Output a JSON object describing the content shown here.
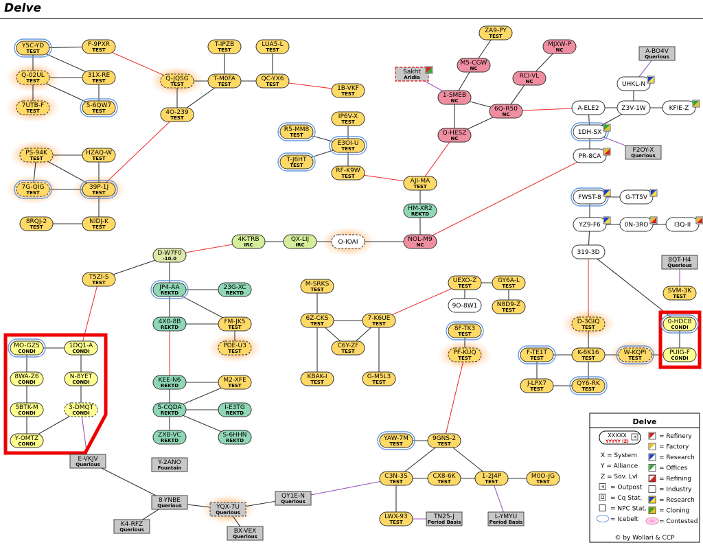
{
  "title": "Delve",
  "colors": {
    "test": "#ffd966",
    "nc": "#ef8ea0",
    "rektd": "#8fd7b5",
    "irc": "#d4ee9a",
    "condi": "#ffff90",
    "querious": "#c8c8c8",
    "npc": "#ffffff",
    "d_w7f0": "#dfe8a8",
    "icebelt": "#6699dd",
    "contested": "#ff9933",
    "line_black": "#333333",
    "line_red": "#ee3333",
    "line_purple": "#9955bb",
    "highlight": "#ee0000"
  },
  "systems": [
    {
      "id": "Y5C-YD",
      "a": "TEST",
      "ally": "test",
      "ice": true
    },
    {
      "id": "F-9PXR",
      "a": "TEST",
      "ally": "test"
    },
    {
      "id": "Q-02UL",
      "a": "TEST",
      "ally": "test",
      "dash": true,
      "cont": true
    },
    {
      "id": "31X-RE",
      "a": "TEST",
      "ally": "test"
    },
    {
      "id": "7UTB-F",
      "a": "TEST",
      "ally": "test",
      "dash": true,
      "cont": true
    },
    {
      "id": "5-6QW7",
      "a": "TEST",
      "ally": "test",
      "ice": true
    },
    {
      "id": "T-IPZB",
      "a": "TEST",
      "ally": "test"
    },
    {
      "id": "LUA5-L",
      "a": "TEST",
      "ally": "test"
    },
    {
      "id": "Q-JQSG",
      "a": "TEST",
      "ally": "test",
      "dash": true,
      "cont": true
    },
    {
      "id": "T-M0FA",
      "a": "TEST",
      "ally": "test"
    },
    {
      "id": "QC-YX6",
      "a": "TEST",
      "ally": "test"
    },
    {
      "id": "4O-239",
      "a": "TEST",
      "ally": "test"
    },
    {
      "id": "1B-VKF",
      "a": "TEST",
      "ally": "test"
    },
    {
      "id": "IP6V-X",
      "a": "TEST",
      "ally": "test"
    },
    {
      "id": "R5-MM8",
      "a": "TEST",
      "ally": "test",
      "ice": true
    },
    {
      "id": "E3OI-U",
      "a": "TEST",
      "ally": "test",
      "ice": true
    },
    {
      "id": "T-J6HT",
      "a": "TEST",
      "ally": "test",
      "ice": true
    },
    {
      "id": "RF-K9W",
      "a": "TEST",
      "ally": "test"
    },
    {
      "id": "PS-94K",
      "a": "TEST",
      "ally": "test",
      "dash": true,
      "cont": true
    },
    {
      "id": "HZAQ-W",
      "a": "TEST",
      "ally": "test"
    },
    {
      "id": "7G-QIG",
      "a": "TEST",
      "ally": "test",
      "dash": true,
      "ice": true,
      "cont": true
    },
    {
      "id": "39P-1J",
      "a": "TEST",
      "ally": "test",
      "ice": true,
      "cont": true
    },
    {
      "id": "8RQJ-2",
      "a": "TEST",
      "ally": "test"
    },
    {
      "id": "NIDJ-K",
      "a": "TEST",
      "ally": "test"
    },
    {
      "id": "ZA9-PY",
      "a": "TEST",
      "ally": "test"
    },
    {
      "id": "M5-CGW",
      "a": "NC",
      "ally": "nc"
    },
    {
      "id": "MJXW-P",
      "a": "NC",
      "ally": "nc"
    },
    {
      "id": "Sakht",
      "a": "Aridia",
      "ally": "npc_pink",
      "dash": true,
      "icon": "research_r"
    },
    {
      "id": "1-SMEB",
      "a": "NC",
      "ally": "nc"
    },
    {
      "id": "RCI-VL",
      "a": "NC",
      "ally": "nc"
    },
    {
      "id": "6Q-R50",
      "a": "NC",
      "ally": "nc"
    },
    {
      "id": "Q-HESZ",
      "a": "NC",
      "ally": "nc"
    },
    {
      "id": "AJI-MA",
      "a": "TEST",
      "ally": "test"
    },
    {
      "id": "HM-XR2",
      "a": "REKTD",
      "ally": "rektd"
    },
    {
      "id": "NOL-M9",
      "a": "NC",
      "ally": "nc"
    },
    {
      "id": "4K-TRB",
      "a": "IRC",
      "ally": "irc"
    },
    {
      "id": "QX-LIJ",
      "a": "IRC",
      "ally": "irc"
    },
    {
      "id": "O-IOAI",
      "a": "",
      "ally": "npc",
      "dash": true,
      "cont": true
    },
    {
      "id": "D-W7F0",
      "a": "-10.0",
      "ally": "d_w7f0"
    },
    {
      "id": "T5ZI-S",
      "a": "TEST",
      "ally": "test"
    },
    {
      "id": "JP4-AA",
      "a": "REKTD",
      "ally": "rektd",
      "ice": true
    },
    {
      "id": "23G-XC",
      "a": "REKTD",
      "ally": "rektd"
    },
    {
      "id": "4X0-8B",
      "a": "REKTD",
      "ally": "rektd"
    },
    {
      "id": "FM-JK5",
      "a": "TEST",
      "ally": "test"
    },
    {
      "id": "PDE-U3",
      "a": "TEST",
      "ally": "test",
      "dash": true,
      "cont": true
    },
    {
      "id": "KEE-N6",
      "a": "REKTD",
      "ally": "rektd"
    },
    {
      "id": "M2-XFE",
      "a": "TEST",
      "ally": "test"
    },
    {
      "id": "5-CQDA",
      "a": "REKTD",
      "ally": "rektd"
    },
    {
      "id": "I-E3TG",
      "a": "REKTD",
      "ally": "rektd"
    },
    {
      "id": "ZXB-VC",
      "a": "REKTD",
      "ally": "rektd"
    },
    {
      "id": "S-6HHN",
      "a": "REKTD",
      "ally": "rektd"
    },
    {
      "id": "M-SRKS",
      "a": "TEST",
      "ally": "test"
    },
    {
      "id": "6Z-CKS",
      "a": "TEST",
      "ally": "test"
    },
    {
      "id": "7-K6UE",
      "a": "TEST",
      "ally": "test"
    },
    {
      "id": "C6Y-ZF",
      "a": "TEST",
      "ally": "test"
    },
    {
      "id": "KBAK-I",
      "a": "TEST",
      "ally": "test"
    },
    {
      "id": "G-M5L3",
      "a": "TEST",
      "ally": "test"
    },
    {
      "id": "UEXO-Z",
      "a": "TEST",
      "ally": "test"
    },
    {
      "id": "GY6A-L",
      "a": "TEST",
      "ally": "test"
    },
    {
      "id": "9O-8W1",
      "a": "",
      "ally": "npc"
    },
    {
      "id": "N8D9-Z",
      "a": "TEST",
      "ally": "test"
    },
    {
      "id": "8F-TK3",
      "a": "TEST",
      "ally": "test",
      "ice": true
    },
    {
      "id": "PF-KUQ",
      "a": "TEST",
      "ally": "test",
      "dash": true,
      "cont": true
    },
    {
      "id": "MO-GZ5",
      "a": "CONDI",
      "ally": "condi",
      "ice": true
    },
    {
      "id": "1DQ1-A",
      "a": "CONDI",
      "ally": "condi"
    },
    {
      "id": "8WA-Z6",
      "a": "CONDI",
      "ally": "condi"
    },
    {
      "id": "N-8YET",
      "a": "CONDI",
      "ally": "condi"
    },
    {
      "id": "5BTK-M",
      "a": "CONDI",
      "ally": "condi"
    },
    {
      "id": "3-DMQT",
      "a": "CONDI",
      "ally": "condi",
      "dash": true
    },
    {
      "id": "Y-OMTZ",
      "a": "CONDI",
      "ally": "condi"
    },
    {
      "id": "E-VKJV",
      "a": "Querious",
      "ally": "querious"
    },
    {
      "id": "Y-2ANO",
      "a": "Fountain",
      "ally": "querious"
    },
    {
      "id": "8-YNBE",
      "a": "Querious",
      "ally": "querious"
    },
    {
      "id": "K4-RFZ",
      "a": "Querious",
      "ally": "querious"
    },
    {
      "id": "YQX-7U",
      "a": "Querious",
      "ally": "querious",
      "dash": true,
      "cont": true
    },
    {
      "id": "BX-VEX",
      "a": "Querious",
      "ally": "querious"
    },
    {
      "id": "QY1E-N",
      "a": "Querious",
      "ally": "querious"
    },
    {
      "id": "YAW-7M",
      "a": "TEST",
      "ally": "test",
      "ice": true
    },
    {
      "id": "9GNS-2",
      "a": "TEST",
      "ally": "test"
    },
    {
      "id": "C3N-3S",
      "a": "TEST",
      "ally": "test"
    },
    {
      "id": "CX8-6K",
      "a": "TEST",
      "ally": "test"
    },
    {
      "id": "1-2J4P",
      "a": "TEST",
      "ally": "test"
    },
    {
      "id": "M0O-JG",
      "a": "TEST",
      "ally": "test"
    },
    {
      "id": "LWX-93",
      "a": "TEST",
      "ally": "test"
    },
    {
      "id": "TN25-J",
      "a": "Period Basis",
      "ally": "querious"
    },
    {
      "id": "L-YMYU",
      "a": "Period Basis",
      "ally": "querious"
    },
    {
      "id": "A-BO4V",
      "a": "Querious",
      "ally": "querious"
    },
    {
      "id": "UHKL-N",
      "a": "",
      "ally": "npc",
      "icon": "research_b"
    },
    {
      "id": "A-ELE2",
      "a": "",
      "ally": "npc"
    },
    {
      "id": "Z3V-1W",
      "a": "",
      "ally": "npc"
    },
    {
      "id": "KFIE-Z",
      "a": "",
      "ally": "npc",
      "icon": "cloning"
    },
    {
      "id": "1DH-SX",
      "a": "",
      "ally": "npc",
      "ice": true,
      "icon": "cloning"
    },
    {
      "id": "F2OY-X",
      "a": "Querious",
      "ally": "querious"
    },
    {
      "id": "PR-8CA",
      "a": "",
      "ally": "npc",
      "icon": "factory"
    },
    {
      "id": "FWST-8",
      "a": "",
      "ally": "npc",
      "ice": true,
      "icon": "research_b"
    },
    {
      "id": "G-TT5V",
      "a": "",
      "ally": "npc",
      "icon": "research_b"
    },
    {
      "id": "YZ9-F6",
      "a": "",
      "ally": "npc",
      "icon": "research_b"
    },
    {
      "id": "0N-3RO",
      "a": "",
      "ally": "npc",
      "icon": "factory"
    },
    {
      "id": "I3Q-II",
      "a": "",
      "ally": "npc",
      "icon": "factory"
    },
    {
      "id": "319-3D",
      "a": "",
      "ally": "npc"
    },
    {
      "id": "8QT-H4",
      "a": "Querious",
      "ally": "querious"
    },
    {
      "id": "SVM-3K",
      "a": "TEST",
      "ally": "test"
    },
    {
      "id": "0-HDC8",
      "a": "CONDI",
      "ally": "condi",
      "ice": true
    },
    {
      "id": "PUIG-F",
      "a": "CONDI",
      "ally": "condi"
    },
    {
      "id": "D-3GIQ",
      "a": "TEST",
      "ally": "test",
      "dash": true,
      "cont": true
    },
    {
      "id": "F-TE1T",
      "a": "TEST",
      "ally": "test",
      "ice": true
    },
    {
      "id": "K-6K16",
      "a": "TEST",
      "ally": "test"
    },
    {
      "id": "W-KQPI",
      "a": "TEST",
      "ally": "test",
      "dash": true,
      "ice": true,
      "cont": true
    },
    {
      "id": "J-LPX7",
      "a": "TEST",
      "ally": "test"
    },
    {
      "id": "QY6-RK",
      "a": "TEST",
      "ally": "test",
      "ice": true
    }
  ],
  "gates": [
    [
      "Y5C-YD",
      "F-9PXR",
      "b"
    ],
    [
      "Y5C-YD",
      "Q-02UL",
      "b"
    ],
    [
      "Y5C-YD",
      "31X-RE",
      "b"
    ],
    [
      "Q-02UL",
      "31X-RE",
      "b"
    ],
    [
      "Q-02UL",
      "7UTB-F",
      "b"
    ],
    [
      "31X-RE",
      "5-6QW7",
      "b"
    ],
    [
      "Q-02UL",
      "5-6QW7",
      "b"
    ],
    [
      "F-9PXR",
      "Q-JQSG",
      "r"
    ],
    [
      "Q-JQSG",
      "T-M0FA",
      "b"
    ],
    [
      "T-IPZB",
      "T-M0FA",
      "b"
    ],
    [
      "LUA5-L",
      "QC-YX6",
      "b"
    ],
    [
      "T-M0FA",
      "QC-YX6",
      "b"
    ],
    [
      "T-M0FA",
      "4O-239",
      "b"
    ],
    [
      "Q-JQSG",
      "4O-239",
      "b"
    ],
    [
      "QC-YX6",
      "1B-VKF",
      "r"
    ],
    [
      "4O-239",
      "39P-1J",
      "r"
    ],
    [
      "IP6V-X",
      "E3OI-U",
      "b"
    ],
    [
      "R5-MM8",
      "E3OI-U",
      "b"
    ],
    [
      "T-J6HT",
      "E3OI-U",
      "b"
    ],
    [
      "E3OI-U",
      "RF-K9W",
      "b"
    ],
    [
      "RF-K9W",
      "AJI-MA",
      "r"
    ],
    [
      "PS-94K",
      "HZAQ-W",
      "b"
    ],
    [
      "PS-94K",
      "7G-QIG",
      "b"
    ],
    [
      "PS-94K",
      "39P-1J",
      "b"
    ],
    [
      "HZAQ-W",
      "39P-1J",
      "b"
    ],
    [
      "7G-QIG",
      "39P-1J",
      "b"
    ],
    [
      "39P-1J",
      "NIDJ-K",
      "b"
    ],
    [
      "8RQJ-2",
      "NIDJ-K",
      "b"
    ],
    [
      "ZA9-PY",
      "M5-CGW",
      "b"
    ],
    [
      "M5-CGW",
      "1-SMEB",
      "b"
    ],
    [
      "Sakht",
      "1-SMEB",
      "p"
    ],
    [
      "1-SMEB",
      "6Q-R50",
      "b"
    ],
    [
      "1-SMEB",
      "Q-HESZ",
      "b"
    ],
    [
      "MJXW-P",
      "RCI-VL",
      "b"
    ],
    [
      "RCI-VL",
      "6Q-R50",
      "b"
    ],
    [
      "6Q-R50",
      "Q-HESZ",
      "b"
    ],
    [
      "6Q-R50",
      "A-ELE2",
      "r"
    ],
    [
      "Q-HESZ",
      "AJI-MA",
      "r"
    ],
    [
      "AJI-MA",
      "HM-XR2",
      "b"
    ],
    [
      "HM-XR2",
      "NOL-M9",
      "b"
    ],
    [
      "O-IOAI",
      "NOL-M9",
      "b"
    ],
    [
      "QX-LIJ",
      "O-IOAI",
      "b"
    ],
    [
      "4K-TRB",
      "QX-LIJ",
      "b"
    ],
    [
      "D-W7F0",
      "4K-TRB",
      "r"
    ],
    [
      "NOL-M9",
      "PR-8CA",
      "r"
    ],
    [
      "D-W7F0",
      "T5ZI-S",
      "b"
    ],
    [
      "D-W7F0",
      "JP4-AA",
      "b"
    ],
    [
      "JP4-AA",
      "23G-XC",
      "b"
    ],
    [
      "JP4-AA",
      "4X0-8B",
      "b"
    ],
    [
      "JP4-AA",
      "FM-JK5",
      "b"
    ],
    [
      "4X0-8B",
      "FM-JK5",
      "b"
    ],
    [
      "FM-JK5",
      "PDE-U3",
      "b"
    ],
    [
      "4X0-8B",
      "KEE-N6",
      "r"
    ],
    [
      "KEE-N6",
      "5-CQDA",
      "b"
    ],
    [
      "M2-XFE",
      "5-CQDA",
      "b"
    ],
    [
      "KEE-N6",
      "M2-XFE",
      "b"
    ],
    [
      "5-CQDA",
      "I-E3TG",
      "b"
    ],
    [
      "5-CQDA",
      "ZXB-VC",
      "b"
    ],
    [
      "5-CQDA",
      "S-6HHN",
      "b"
    ],
    [
      "M-SRKS",
      "6Z-CKS",
      "b"
    ],
    [
      "6Z-CKS",
      "7-K6UE",
      "b"
    ],
    [
      "6Z-CKS",
      "C6Y-ZF",
      "b"
    ],
    [
      "7-K6UE",
      "C6Y-ZF",
      "b"
    ],
    [
      "6Z-CKS",
      "KBAK-I",
      "b"
    ],
    [
      "7-K6UE",
      "G-M5L3",
      "b"
    ],
    [
      "7-K6UE",
      "UEXO-Z",
      "r"
    ],
    [
      "UEXO-Z",
      "GY6A-L",
      "b"
    ],
    [
      "UEXO-Z",
      "9O-8W1",
      "b"
    ],
    [
      "GY6A-L",
      "N8D9-Z",
      "b"
    ],
    [
      "8F-TK3",
      "PF-KUQ",
      "b"
    ],
    [
      "PF-KUQ",
      "9GNS-2",
      "r"
    ],
    [
      "T5ZI-S",
      "1DQ1-A",
      "r"
    ],
    [
      "MO-GZ5",
      "1DQ1-A",
      "b"
    ],
    [
      "MO-GZ5",
      "8WA-Z6",
      "b"
    ],
    [
      "1DQ1-A",
      "N-8YET",
      "b"
    ],
    [
      "8WA-Z6",
      "5BTK-M",
      "b"
    ],
    [
      "N-8YET",
      "3-DMQT",
      "b"
    ],
    [
      "5BTK-M",
      "Y-OMTZ",
      "b"
    ],
    [
      "3-DMQT",
      "Y-OMTZ",
      "b"
    ],
    [
      "3-DMQT",
      "E-VKJV",
      "p"
    ],
    [
      "E-VKJV",
      "8-YNBE",
      "b"
    ],
    [
      "8-YNBE",
      "K4-RFZ",
      "b"
    ],
    [
      "8-YNBE",
      "YQX-7U",
      "b"
    ],
    [
      "YQX-7U",
      "BX-VEX",
      "b"
    ],
    [
      "YQX-7U",
      "QY1E-N",
      "b"
    ],
    [
      "QY1E-N",
      "C3N-3S",
      "p"
    ],
    [
      "YAW-7M",
      "9GNS-2",
      "b"
    ],
    [
      "9GNS-2",
      "C3N-3S",
      "b"
    ],
    [
      "9GNS-2",
      "1-2J4P",
      "b"
    ],
    [
      "C3N-3S",
      "CX8-6K",
      "b"
    ],
    [
      "CX8-6K",
      "1-2J4P",
      "b"
    ],
    [
      "1-2J4P",
      "M0O-JG",
      "b"
    ],
    [
      "C3N-3S",
      "LWX-93",
      "b"
    ],
    [
      "LWX-93",
      "TN25-J",
      "p"
    ],
    [
      "1-2J4P",
      "L-YMYU",
      "p"
    ],
    [
      "A-BO4V",
      "UHKL-N",
      "p"
    ],
    [
      "UHKL-N",
      "Z3V-1W",
      "b"
    ],
    [
      "A-ELE2",
      "Z3V-1W",
      "b"
    ],
    [
      "Z3V-1W",
      "KFIE-Z",
      "b"
    ],
    [
      "Z3V-1W",
      "1DH-SX",
      "b"
    ],
    [
      "A-ELE2",
      "1DH-SX",
      "b"
    ],
    [
      "1DH-SX",
      "F2OY-X",
      "p"
    ],
    [
      "1DH-SX",
      "PR-8CA",
      "b"
    ],
    [
      "FWST-8",
      "G-TT5V",
      "b"
    ],
    [
      "FWST-8",
      "YZ9-F6",
      "b"
    ],
    [
      "YZ9-F6",
      "0N-3RO",
      "b"
    ],
    [
      "0N-3RO",
      "I3Q-II",
      "b"
    ],
    [
      "YZ9-F6",
      "319-3D",
      "b"
    ],
    [
      "319-3D",
      "D-3GIQ",
      "r"
    ],
    [
      "319-3D",
      "0-HDC8",
      "b"
    ],
    [
      "8QT-H4",
      "SVM-3K",
      "p"
    ],
    [
      "0-HDC8",
      "PUIG-F",
      "b"
    ],
    [
      "D-3GIQ",
      "K-6K16",
      "b"
    ],
    [
      "F-TE1T",
      "K-6K16",
      "b"
    ],
    [
      "K-6K16",
      "W-KQPI",
      "b"
    ],
    [
      "W-KQPI",
      "PUIG-F",
      "b"
    ],
    [
      "F-TE1T",
      "J-LPX7",
      "b"
    ],
    [
      "K-6K16",
      "QY6-RK",
      "b"
    ],
    [
      "J-LPX7",
      "QY6-RK",
      "b"
    ]
  ],
  "legend": {
    "title": "Delve",
    "sample_name": "XXXXX",
    "sample_sub": "YYYYY (Z)",
    "left": [
      "X = System",
      "Y = Alliance",
      "Z = Sov. Lvl",
      "= Outpost",
      "= Cq Stat.",
      "= NPC Stat.",
      "= Icebelt"
    ],
    "right": [
      "= Refinery",
      "= Factory",
      "= Research",
      "= Offices",
      "= Refining",
      "= Industry",
      "= Research",
      "= Cloning",
      "= Contested"
    ],
    "credit": "© by Wollari & CCP"
  }
}
